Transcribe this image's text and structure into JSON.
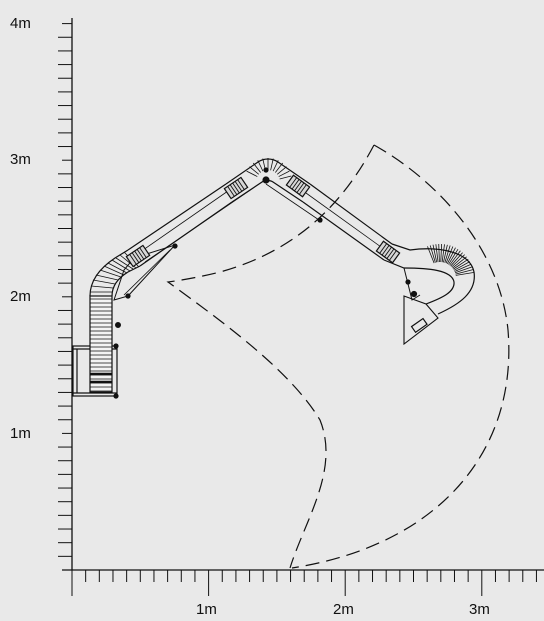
{
  "diagram": {
    "axes": {
      "y_labels": [
        "4m",
        "3m",
        "2m",
        "1m"
      ],
      "x_labels": [
        "1m",
        "2m",
        "3m"
      ]
    },
    "colors": {
      "background": "#e9e9e9",
      "ink": "#111111"
    }
  }
}
